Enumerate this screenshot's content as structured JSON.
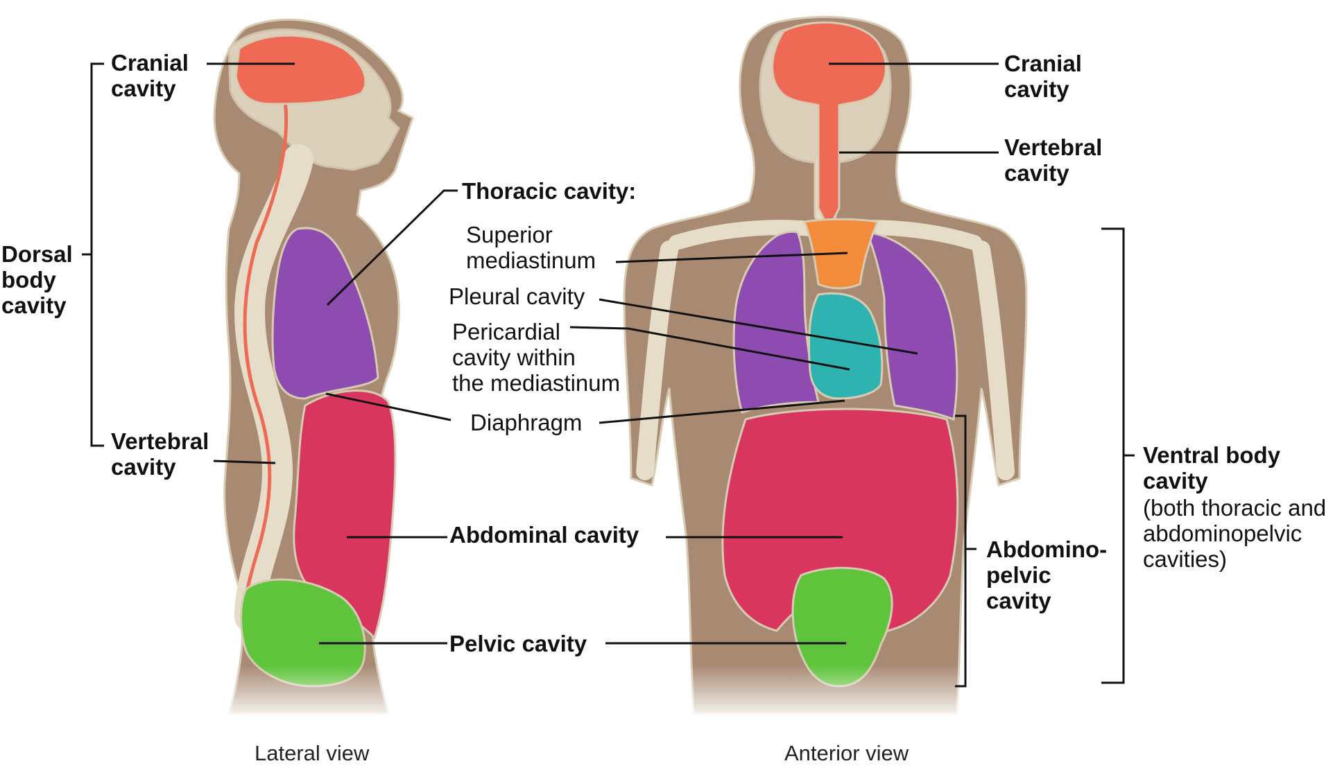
{
  "colors": {
    "body": "#a88a73",
    "bone": "#e6ddc8",
    "cranial": "#ef6a55",
    "thoracic": "#8e4bb0",
    "superior_mediastinum": "#f28b3a",
    "pericardial": "#2fb3b0",
    "abdominal": "#d9365f",
    "pelvic": "#5fc43c",
    "leader": "#111111"
  },
  "labels": {
    "cranial_left": [
      "Cranial",
      "cavity"
    ],
    "dorsal": [
      "Dorsal",
      "body",
      "cavity"
    ],
    "vertebral_left": [
      "Vertebral",
      "cavity"
    ],
    "thoracic_title": "Thoracic cavity:",
    "superior_mediastinum": [
      "Superior",
      "mediastinum"
    ],
    "pleural": "Pleural cavity",
    "pericardial": [
      "Pericardial",
      "cavity within",
      "the mediastinum"
    ],
    "diaphragm": "Diaphragm",
    "abdominal": "Abdominal cavity",
    "pelvic": "Pelvic cavity",
    "cranial_right": [
      "Cranial",
      "cavity"
    ],
    "vertebral_right": [
      "Vertebral",
      "cavity"
    ],
    "ventral": [
      "Ventral body",
      "cavity"
    ],
    "ventral_note": [
      "(both thoracic and",
      "abdominopelvic",
      "cavities)"
    ],
    "abdominopelvic": [
      "Abdomino-",
      "pelvic",
      "cavity"
    ]
  },
  "captions": {
    "lateral": "Lateral view",
    "anterior": "Anterior view"
  }
}
